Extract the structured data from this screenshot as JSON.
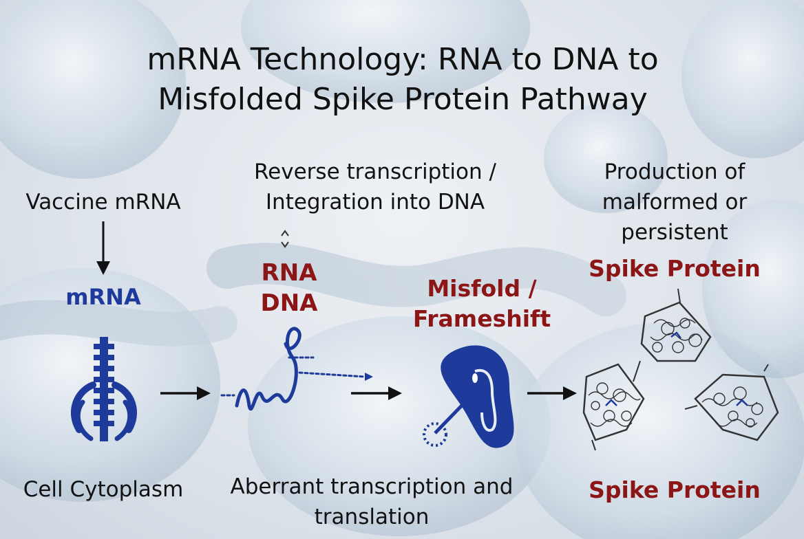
{
  "title": "mRNA Technology: RNA to DNA to Misfolded Spike Protein Pathway",
  "labels": {
    "vaccine_mrna": "Vaccine mRNA",
    "mrna": "mRNA",
    "cell_cytoplasm": "Cell Cytoplasm",
    "reverse_transcription": "Reverse transcription / Integration into DNA",
    "rna": "RNA",
    "dna": "DNA",
    "aberrant": "Aberrant transcription and translation",
    "misfold": "Misfold / Frameshift",
    "production": "Production of malformed or persistent",
    "spike_top": "Spike Protein",
    "spike_bottom": "Spike Protein"
  },
  "colors": {
    "blue": "#1e3a9a",
    "red": "#8c1515",
    "text": "#111111"
  }
}
